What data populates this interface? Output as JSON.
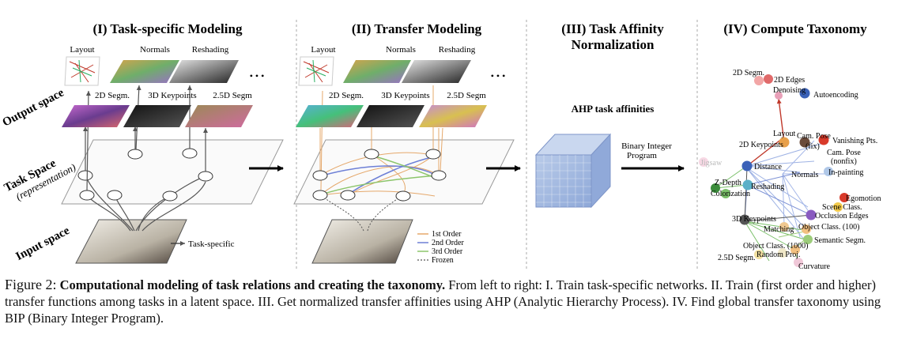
{
  "panels": {
    "p1": "(I) Task-specific Modeling",
    "p2": "(II) Transfer Modeling",
    "p3_line1": "(III) Task Affinity",
    "p3_line2": "Normalization",
    "p4": "(IV) Compute Taxonomy"
  },
  "side_labels": {
    "output": "Output space",
    "task": "Task Space",
    "task_sub": "(representation)",
    "input": "Input space"
  },
  "p1_labels": {
    "layout": "Layout",
    "normals": "Normals",
    "reshading": "Reshading",
    "ellipsis": "• • •",
    "segm2d": "2D Segm.",
    "keypoints3d": "3D Keypoints",
    "segm25d": "2.5D Segm",
    "task_specific": "Task-specific"
  },
  "p2_labels": {
    "layout": "Layout",
    "normals": "Normals",
    "reshading": "Reshading",
    "ellipsis": "• • •",
    "segm2d": "2D Segm.",
    "keypoints3d": "3D Keypoints",
    "segm25d": "2.5D Segm",
    "legend": [
      "1st Order",
      "2nd Order",
      "3rd Order",
      "Frozen"
    ]
  },
  "p3_labels": {
    "ahp": "AHP task affinities",
    "bip_line1": "Binary Integer",
    "bip_line2": "Program"
  },
  "taxonomy_nodes": [
    "2D Segm.",
    "2D Edges",
    "Denoising",
    "Autoencoding",
    "Layout",
    "Cam. Pose",
    "(fix)",
    "Vanishing Pts.",
    "Cam. Pose",
    "(nonfix)",
    "2D Keypoints",
    "In-painting",
    "Jigsaw",
    "Distance",
    "Normals",
    "Z-Depth",
    "Colorization",
    "Reshading",
    "Egomotion",
    "Scene Class.",
    "3D Keypoints",
    "Occlusion Edges",
    "Object Class. (100)",
    "Matching",
    "Semantic Segm.",
    "Object Class. (1000)",
    "Random Proj.",
    "2.5D Segm.",
    "Curvature"
  ],
  "caption": {
    "figure_label": "Figure 2:",
    "title": "Computational modeling of task relations and creating the taxonomy.",
    "body": "From left to right: I. Train task-specific networks. II. Train (first order and higher) transfer functions among tasks in a latent space. III. Get normalized transfer affinities using AHP (Analytic Hierarchy Process). IV. Find global transfer taxonomy using BIP (Binary Integer Program)."
  }
}
